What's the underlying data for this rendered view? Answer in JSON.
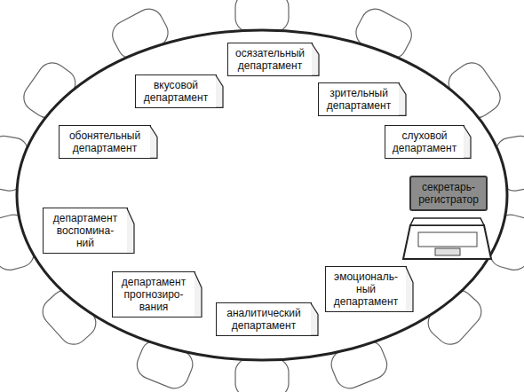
{
  "diagram": {
    "nodes": [
      {
        "text": [
          "осязательный департамент"
        ]
      },
      {
        "text": [
          "вкусовой департамент"
        ]
      },
      {
        "text": [
          "зрительный департамент"
        ]
      },
      {
        "text": [
          "обонятельный департамент"
        ]
      },
      {
        "text": [
          "слуховой департамент"
        ]
      },
      {
        "text": [
          "секретарь- регистратор"
        ]
      },
      {
        "text": [
          "департамент воспомина- ний"
        ]
      },
      {
        "text": [
          "департамент прогнозиро- вания"
        ]
      },
      {
        "text": [
          "эмоциональ- ный департамент"
        ]
      },
      {
        "text": [
          "аналитический департамент"
        ]
      }
    ]
  }
}
